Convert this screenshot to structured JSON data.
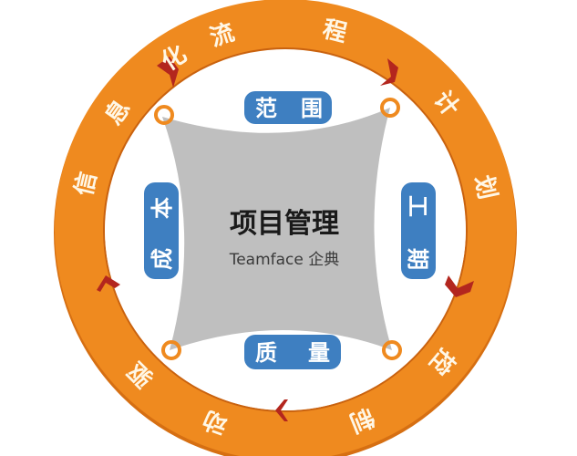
{
  "center": {
    "title": "项目管理",
    "subtitle": "Teamface 企典"
  },
  "pills": {
    "top": {
      "char1": "范",
      "char2": "围"
    },
    "left": {
      "char1": "本",
      "char2": "成"
    },
    "right": {
      "char1": "工",
      "char2": "期"
    },
    "bottom": {
      "char1": "质",
      "char2": "量"
    }
  },
  "ring": {
    "labels": [
      {
        "text": "流",
        "angle": -18
      },
      {
        "text": "程",
        "angle": 14
      },
      {
        "text": "计",
        "angle": 52
      },
      {
        "text": "划",
        "angle": 78
      },
      {
        "text": "控",
        "angle": 130
      },
      {
        "text": "制",
        "angle": 158
      },
      {
        "text": "驱",
        "angle": 225
      },
      {
        "text": "动",
        "angle": 200
      },
      {
        "text": "信",
        "angle": 283
      },
      {
        "text": "息",
        "angle": 305
      },
      {
        "text": "化",
        "angle": 327
      }
    ]
  },
  "colors": {
    "ring": "#ef8a1f",
    "ring_dark": "#d66f12",
    "arrow": "#b3261e",
    "pill": "#3e7fc1",
    "canvas": "#bfbfbf"
  }
}
